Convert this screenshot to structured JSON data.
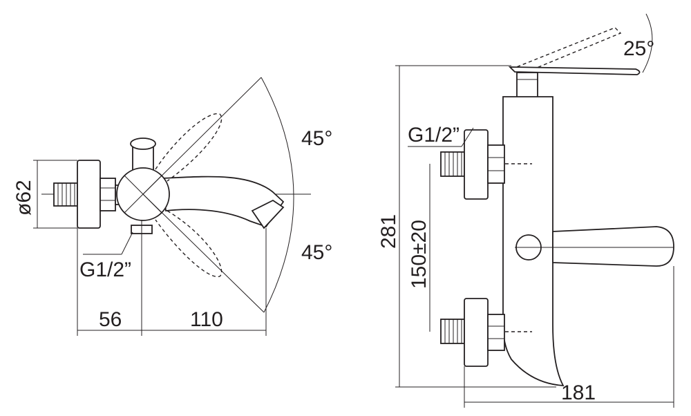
{
  "side_view": {
    "angle_upper": "45°",
    "angle_lower": "45°",
    "diameter": "ø62",
    "thread_label": "G1/2”",
    "dim_wall_to_center": "56",
    "dim_spout_reach": "110"
  },
  "front_view": {
    "lever_angle": "25°",
    "thread_label": "G1/2”",
    "dim_height": "281",
    "dim_inlet_spacing": "150±20",
    "dim_depth": "181"
  },
  "colors": {
    "line": "#231f20",
    "background": "#ffffff"
  }
}
